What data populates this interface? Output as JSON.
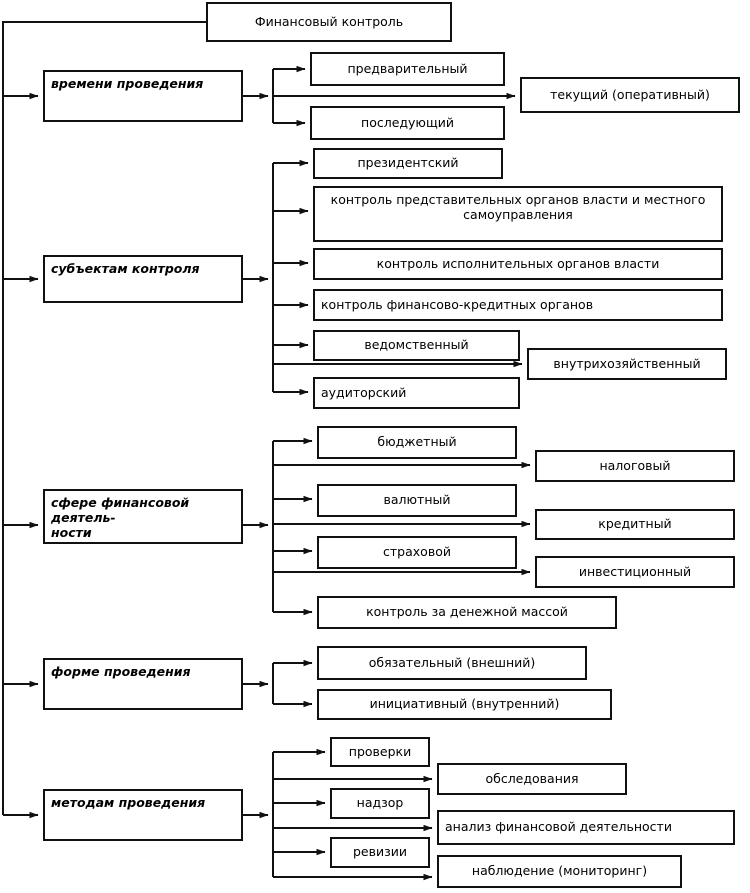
{
  "diagram": {
    "title": "Финансовый контроль",
    "root": {
      "label": "Финансовый контроль"
    },
    "categories": [
      {
        "id": "time",
        "label": "времени проведения"
      },
      {
        "id": "subjects",
        "label": "субъектам контроля"
      },
      {
        "id": "sphere",
        "label": "сфере финансовой деятель-\nности"
      },
      {
        "id": "form",
        "label": "форме проведения"
      },
      {
        "id": "methods",
        "label": "методам проведения"
      }
    ],
    "nodes": {
      "time": {
        "inner": [
          {
            "label": "предварительный"
          },
          {
            "label": "последующий"
          }
        ],
        "outer": [
          {
            "label": "текущий (оперативный)"
          }
        ]
      },
      "subjects": {
        "inner": [
          {
            "label": "президентский"
          },
          {
            "label": "контроль представительных органов власти и местного самоуправления"
          },
          {
            "label": "контроль исполнительных органов власти"
          },
          {
            "label": "контроль финансово-кредитных органов"
          },
          {
            "label": "ведомственный"
          },
          {
            "label": "аудиторский"
          }
        ],
        "outer": [
          {
            "label": "внутрихозяйственный"
          }
        ]
      },
      "sphere": {
        "inner": [
          {
            "label": "бюджетный"
          },
          {
            "label": "валютный"
          },
          {
            "label": "страховой"
          },
          {
            "label": "контроль за денежной массой"
          }
        ],
        "outer": [
          {
            "label": "налоговый"
          },
          {
            "label": "кредитный"
          },
          {
            "label": "инвестиционный"
          }
        ]
      },
      "form": {
        "inner": [
          {
            "label": "обязательный (внешний)"
          },
          {
            "label": "инициативный (внутренний)"
          }
        ],
        "outer": []
      },
      "methods": {
        "inner": [
          {
            "label": "проверки"
          },
          {
            "label": "надзор"
          },
          {
            "label": "ревизии"
          }
        ],
        "outer": [
          {
            "label": "обследования"
          },
          {
            "label": "анализ финансовой деятельности"
          },
          {
            "label": "наблюдение (мониторинг)"
          }
        ]
      }
    },
    "colors": {
      "stroke": "#111111",
      "fill": "#ffffff",
      "text": "#000000"
    }
  }
}
